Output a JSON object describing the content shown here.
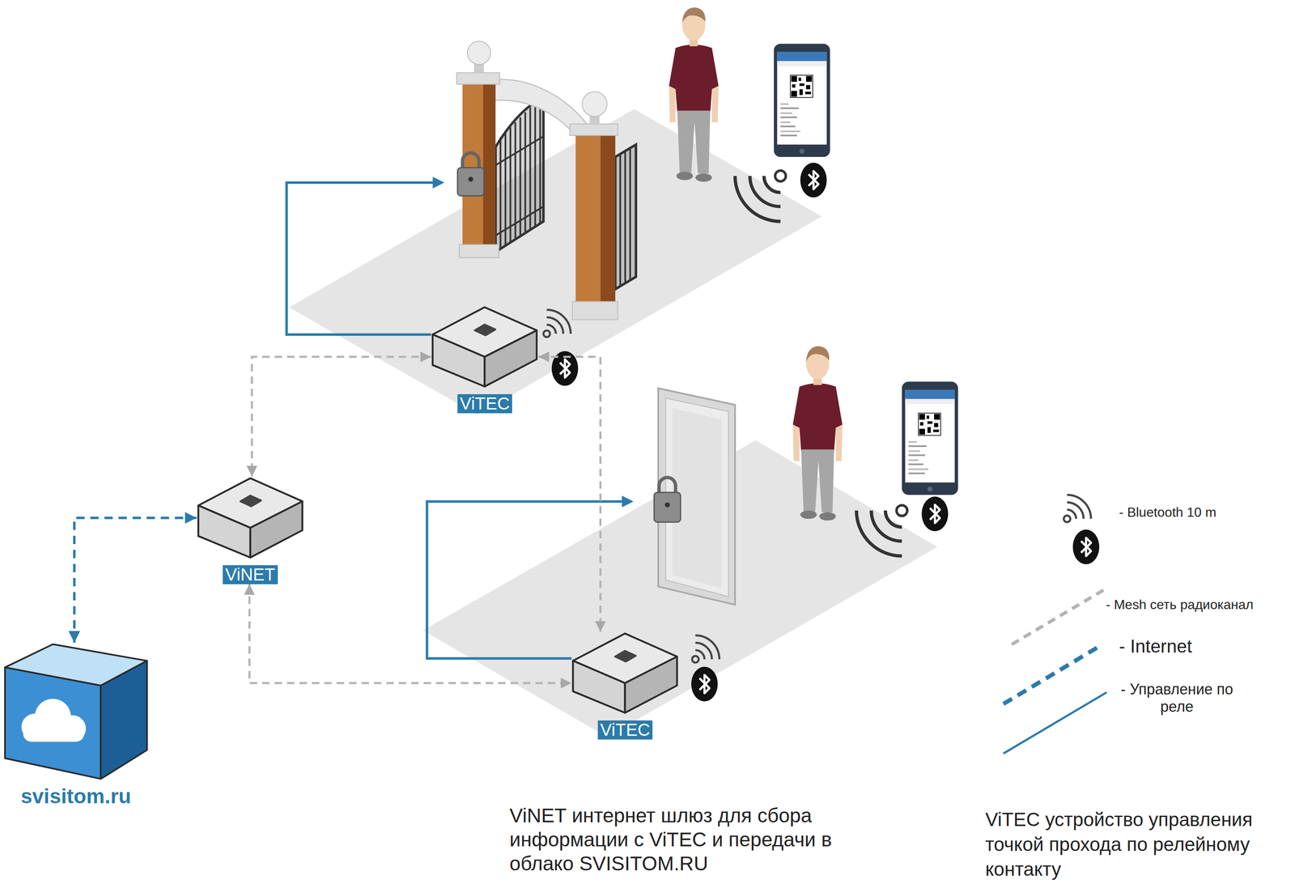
{
  "diagram": {
    "nodes": [
      {
        "text": [
          "ViTEC"
        ]
      },
      {
        "text": [
          "ViNET"
        ]
      },
      {
        "text": [
          "ViTEC"
        ]
      },
      {
        "text": [
          "svisitom.ru"
        ]
      }
    ],
    "edges": [
      {
        "from": 0,
        "to": 1,
        "arrow": "both"
      },
      {
        "from": 0,
        "to": 2,
        "arrow": "both"
      },
      {
        "from": 1,
        "to": 2,
        "arrow": "both"
      },
      {
        "from": 3,
        "to": 1,
        "arrow": "both"
      }
    ],
    "labels": [
      "ViNET интернет шлюз для сбора информации с ViTEC и передачи в облако SVISITOM.RU",
      "ViTEC устройство управления точкой прохода по релейному контакту"
    ],
    "legend": [
      {
        "text": "- Bluetooth 10 m"
      },
      {
        "text": "- Mesh сеть радиоканал"
      },
      {
        "text": "- Internet"
      },
      {
        "text": "- Управление по реле"
      }
    ]
  }
}
